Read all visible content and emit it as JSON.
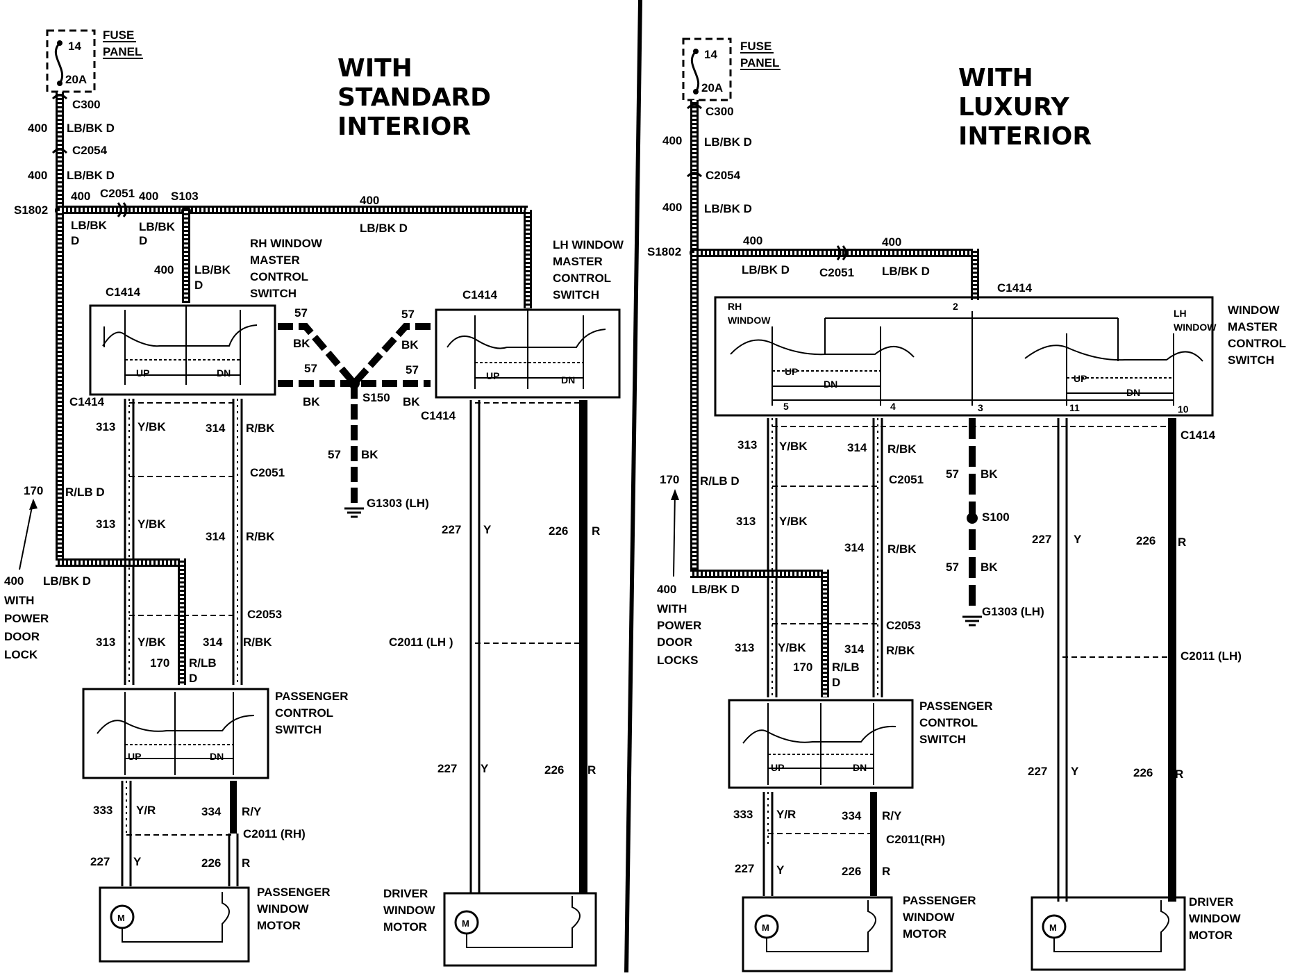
{
  "colors": {
    "ink": "#000000",
    "paper": "#ffffff"
  },
  "left": {
    "title": [
      "WITH",
      "STANDARD",
      "INTERIOR"
    ],
    "fuse_panel": [
      "FUSE",
      "PANEL"
    ],
    "fuse_no": "14",
    "fuse_amp": "20A",
    "c300": "C300",
    "c2054": "C2054",
    "c2051": "C2051",
    "c2053": "C2053",
    "c2011_rh": "C2011 (RH)",
    "c2011_lh": "C2011 (LH )",
    "s1802": "S1802",
    "s103": "S103",
    "s150": "S150",
    "g1303": "G1303 (LH)",
    "c1414": "C1414",
    "rh_master": [
      "RH WINDOW",
      "MASTER",
      "CONTROL",
      "SWITCH"
    ],
    "lh_master": [
      "LH WINDOW",
      "MASTER",
      "CONTROL",
      "SWITCH"
    ],
    "passenger_switch": [
      "PASSENGER",
      "CONTROL",
      "SWITCH"
    ],
    "passenger_motor": [
      "PASSENGER",
      "WINDOW",
      "MOTOR"
    ],
    "driver_motor": [
      "DRIVER",
      "WINDOW",
      "MOTOR"
    ],
    "power_door_lock": [
      "400",
      "LB/BK D",
      "WITH",
      "POWER",
      "DOOR",
      "LOCK"
    ]
  },
  "right": {
    "title": [
      "WITH",
      "LUXURY",
      "INTERIOR"
    ],
    "fuse_panel": [
      "FUSE",
      "PANEL"
    ],
    "fuse_no": "14",
    "fuse_amp": "20A",
    "c300": "C300",
    "c2054": "C2054",
    "c2051": "C2051",
    "c2053": "C2053",
    "c2011_rh": "C2011(RH)",
    "c2011_lh": "C2011 (LH)",
    "s1802": "S1802",
    "s100": "S100",
    "g1303": "G1303 (LH)",
    "c1414": "C1414",
    "master": [
      "WINDOW",
      "MASTER",
      "CONTROL",
      "SWITCH"
    ],
    "rh_window": [
      "RH",
      "WINDOW"
    ],
    "lh_window": [
      "LH",
      "WINDOW"
    ],
    "pins": [
      "2",
      "5",
      "4",
      "3",
      "11",
      "10"
    ],
    "passenger_switch": [
      "PASSENGER",
      "CONTROL",
      "SWITCH"
    ],
    "passenger_motor": [
      "PASSENGER",
      "WINDOW",
      "MOTOR"
    ],
    "driver_motor": [
      "DRIVER",
      "WINDOW",
      "MOTOR"
    ],
    "power_door_locks": [
      "400",
      "LB/BK D",
      "WITH",
      "POWER",
      "DOOR",
      "LOCKS"
    ]
  },
  "wires": {
    "c400": "400",
    "lbbk": "LB/BK D",
    "lbbk2": "LB/BK",
    "d": "D",
    "c313": "313",
    "ybk": "Y/BK",
    "c314": "314",
    "rbk": "R/BK",
    "c170": "170",
    "rlbd": "R/LB D",
    "rlb": "R/LB",
    "c333": "333",
    "yr": "Y/R",
    "c334": "334",
    "ry": "R/Y",
    "c227": "227",
    "y": "Y",
    "c226": "226",
    "r": "R",
    "c57": "57",
    "bk": "BK",
    "up": "UP",
    "dn": "DN",
    "m": "M"
  }
}
